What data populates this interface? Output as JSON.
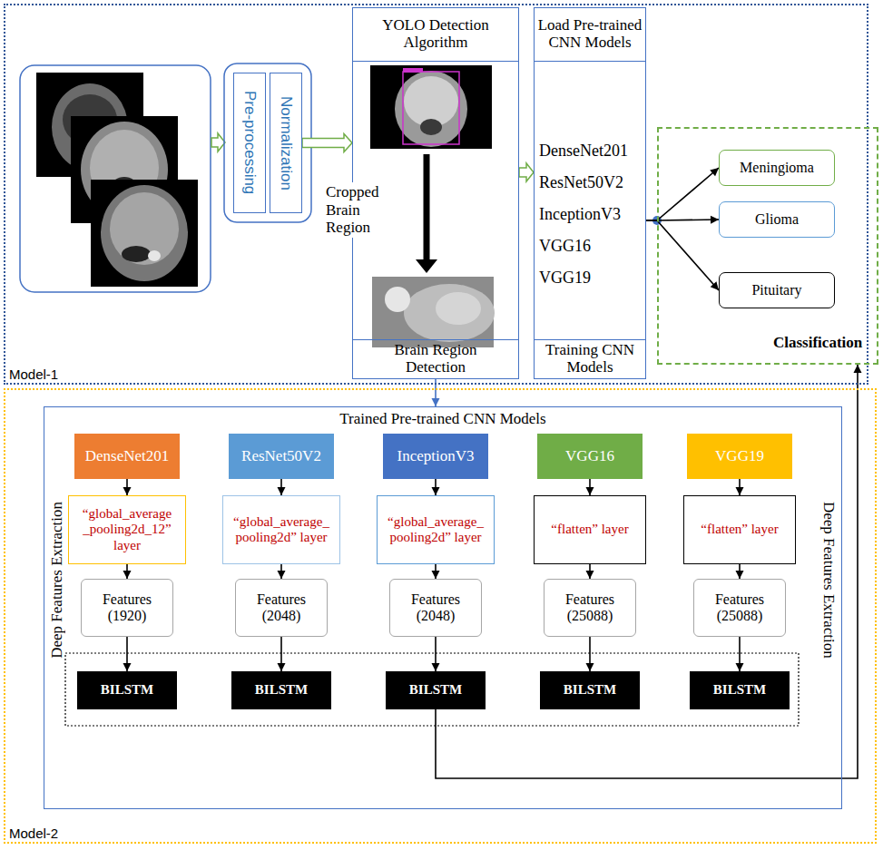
{
  "diagram": {
    "nodes": [
      {
        "text": [
          "Model-1"
        ]
      },
      {
        "text": [
          "Pre-processing"
        ],
        "in": 0
      },
      {
        "text": [
          "Normalization"
        ],
        "in": 0
      },
      {
        "text": [
          "YOLO Detection Algorithm",
          "Cropped Brain Region",
          "Brain Region Detection"
        ],
        "in": 0
      },
      {
        "text": [
          "Load Pre-trained CNN Models",
          "DenseNet201",
          "ResNet50V2",
          "InceptionV3",
          "VGG16",
          "VGG19",
          "Training CNN Models"
        ],
        "in": 0
      },
      {
        "text": [
          "Classification"
        ]
      },
      {
        "text": [
          "Meningioma"
        ],
        "in": 5
      },
      {
        "text": [
          "Glioma"
        ],
        "in": 5
      },
      {
        "text": [
          "Pituitary"
        ],
        "in": 5
      },
      {
        "text": [
          "Model-2"
        ]
      },
      {
        "text": [
          "Trained Pre-trained CNN Models",
          "Deep Features Extraction",
          "Deep Features Extraction"
        ],
        "in": 9
      },
      {
        "text": [
          "DenseNet201"
        ],
        "in": 10
      },
      {
        "text": [
          "ResNet50V2"
        ],
        "in": 10
      },
      {
        "text": [
          "InceptionV3"
        ],
        "in": 10
      },
      {
        "text": [
          "VGG16"
        ],
        "in": 10
      },
      {
        "text": [
          "VGG19"
        ],
        "in": 10
      },
      {
        "text": [
          "“global_average _pooling2d_12” layer"
        ],
        "in": 10
      },
      {
        "text": [
          "“global_average_ pooling2d” layer"
        ],
        "in": 10
      },
      {
        "text": [
          "“global_average_ pooling2d” layer"
        ],
        "in": 10
      },
      {
        "text": [
          "“flatten” layer"
        ],
        "in": 10
      },
      {
        "text": [
          "“flatten” layer"
        ],
        "in": 10
      },
      {
        "text": [
          "Features (1920)"
        ],
        "in": 10
      },
      {
        "text": [
          "Features (2048)"
        ],
        "in": 10
      },
      {
        "text": [
          "Features (2048)"
        ],
        "in": 10
      },
      {
        "text": [
          "Features (25088)"
        ],
        "in": 10
      },
      {
        "text": [
          "Features (25088)"
        ],
        "in": 10
      },
      {
        "text": [
          "BILSTM"
        ],
        "in": 10
      },
      {
        "text": [
          "BILSTM"
        ],
        "in": 10
      },
      {
        "text": [
          "BILSTM"
        ],
        "in": 10
      },
      {
        "text": [
          "BILSTM"
        ],
        "in": 10
      },
      {
        "text": [
          "BILSTM"
        ],
        "in": 10
      }
    ],
    "edges": [
      {
        "from": 2,
        "to": 3,
        "arrow": "to"
      },
      {
        "from": 3,
        "to": 4,
        "arrow": "to"
      },
      {
        "from": 4,
        "to": 6,
        "arrow": "to"
      },
      {
        "from": 4,
        "to": 7,
        "arrow": "to"
      },
      {
        "from": 4,
        "to": 8,
        "arrow": "to"
      },
      {
        "from": 3,
        "to": 10,
        "arrow": "to"
      },
      {
        "from": 11,
        "to": 16,
        "arrow": "to"
      },
      {
        "from": 12,
        "to": 17,
        "arrow": "to"
      },
      {
        "from": 13,
        "to": 18,
        "arrow": "to"
      },
      {
        "from": 14,
        "to": 19,
        "arrow": "to"
      },
      {
        "from": 15,
        "to": 20,
        "arrow": "to"
      },
      {
        "from": 16,
        "to": 21,
        "arrow": "to"
      },
      {
        "from": 17,
        "to": 22,
        "arrow": "to"
      },
      {
        "from": 18,
        "to": 23,
        "arrow": "to"
      },
      {
        "from": 19,
        "to": 24,
        "arrow": "to"
      },
      {
        "from": 20,
        "to": 25,
        "arrow": "to"
      },
      {
        "from": 21,
        "to": 26,
        "arrow": "to"
      },
      {
        "from": 22,
        "to": 27,
        "arrow": "to"
      },
      {
        "from": 23,
        "to": 28,
        "arrow": "to"
      },
      {
        "from": 24,
        "to": 29,
        "arrow": "to"
      },
      {
        "from": 25,
        "to": 30,
        "arrow": "to"
      },
      {
        "from": 28,
        "to": 5,
        "arrow": "to"
      }
    ]
  }
}
